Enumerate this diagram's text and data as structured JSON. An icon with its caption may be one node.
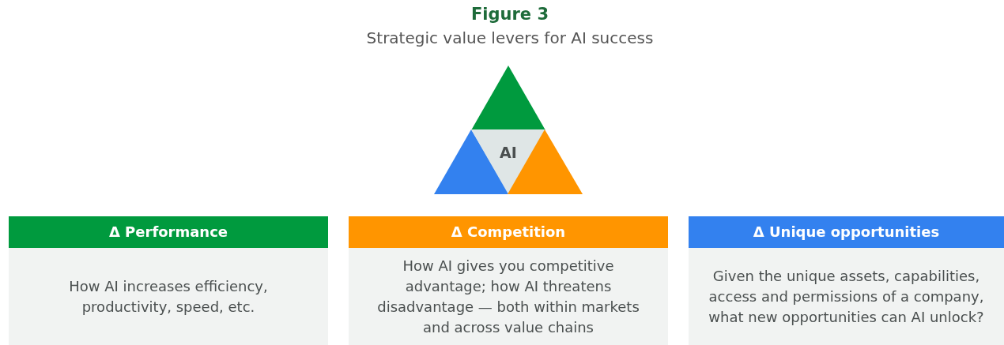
{
  "diagram": {
    "title": "Figure 3",
    "nodes": [
      {
        "text": [],
        "shape": "triangle"
      },
      {
        "text": [],
        "shape": "triangle"
      },
      {
        "text": [
          "AI"
        ]
      },
      {
        "text": [],
        "shape": "triangle"
      },
      {
        "text": [
          "Δ Performance",
          "How AI increases efficiency, productivity, speed, etc."
        ]
      },
      {
        "text": [
          "Δ Competition",
          "How AI gives you competitive advantage; how AI threatens disadvantage — both within markets and across value chains"
        ]
      },
      {
        "text": [
          "Δ Unique opportunities",
          "Given the unique assets, capabilities, access and permissions of a company, what new opportunities can AI unlock?"
        ]
      }
    ],
    "edges": [],
    "labels": [
      "Strategic value levers for AI success"
    ]
  }
}
